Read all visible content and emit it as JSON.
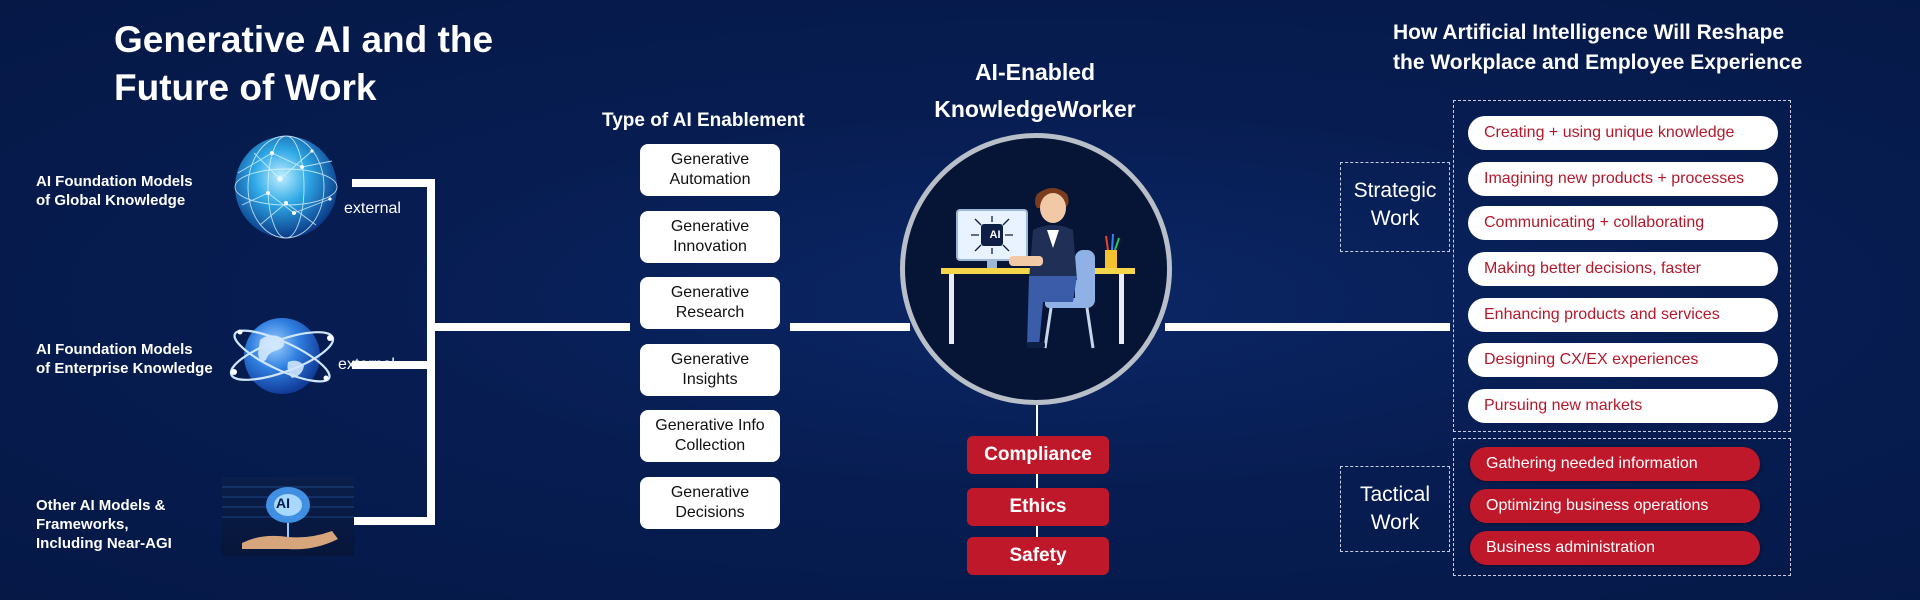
{
  "title": {
    "line1": "Generative AI and the",
    "line2": "Future of Work"
  },
  "sources": [
    {
      "label_lines": [
        "AI Foundation Models",
        "of Global Knowledge"
      ],
      "tag": "external",
      "icon": "globe-network-icon"
    },
    {
      "label_lines": [
        "AI Foundation Models",
        "of Enterprise Knowledge"
      ],
      "tag": "external",
      "icon": "orbit-globe-icon"
    },
    {
      "label_lines": [
        "Other AI Models &",
        "Frameworks,",
        "Including Near-AGI"
      ],
      "icon": "ai-brain-hand-icon",
      "icon_text": "AI"
    }
  ],
  "enablement": {
    "heading": "Type of AI Enablement",
    "items": [
      {
        "line1": "Generative",
        "line2": "Automation"
      },
      {
        "line1": "Generative",
        "line2": "Innovation"
      },
      {
        "line1": "Generative",
        "line2": "Research"
      },
      {
        "line1": "Generative",
        "line2": "Insights"
      },
      {
        "line1": "Generative Info",
        "line2": "Collection"
      },
      {
        "line1": "Generative",
        "line2": "Decisions"
      }
    ]
  },
  "center": {
    "title_line1": "AI-Enabled",
    "title_line2": "KnowledgeWorker",
    "illustration": "knowledge-worker-at-desk-icon",
    "screen_text": "AI",
    "controls": [
      "Compliance",
      "Ethics",
      "Safety"
    ]
  },
  "reshape": {
    "heading_line1": "How Artificial Intelligence Will Reshape",
    "heading_line2": "the Workplace and Employee Experience",
    "strategic": {
      "label_line1": "Strategic",
      "label_line2": "Work",
      "items": [
        "Creating + using unique knowledge",
        "Imagining new products + processes",
        "Communicating + collaborating",
        "Making better decisions, faster",
        "Enhancing products and services",
        "Designing CX/EX experiences",
        "Pursuing new markets"
      ]
    },
    "tactical": {
      "label_line1": "Tactical",
      "label_line2": "Work",
      "items": [
        "Gathering needed information",
        "Optimizing business operations",
        "Business administration"
      ]
    }
  },
  "colors": {
    "background": "#061b4e",
    "accent_red": "#c0182b",
    "strategic_text": "#b5182b",
    "connector": "#ffffff",
    "ring": "#b9bfc9"
  }
}
